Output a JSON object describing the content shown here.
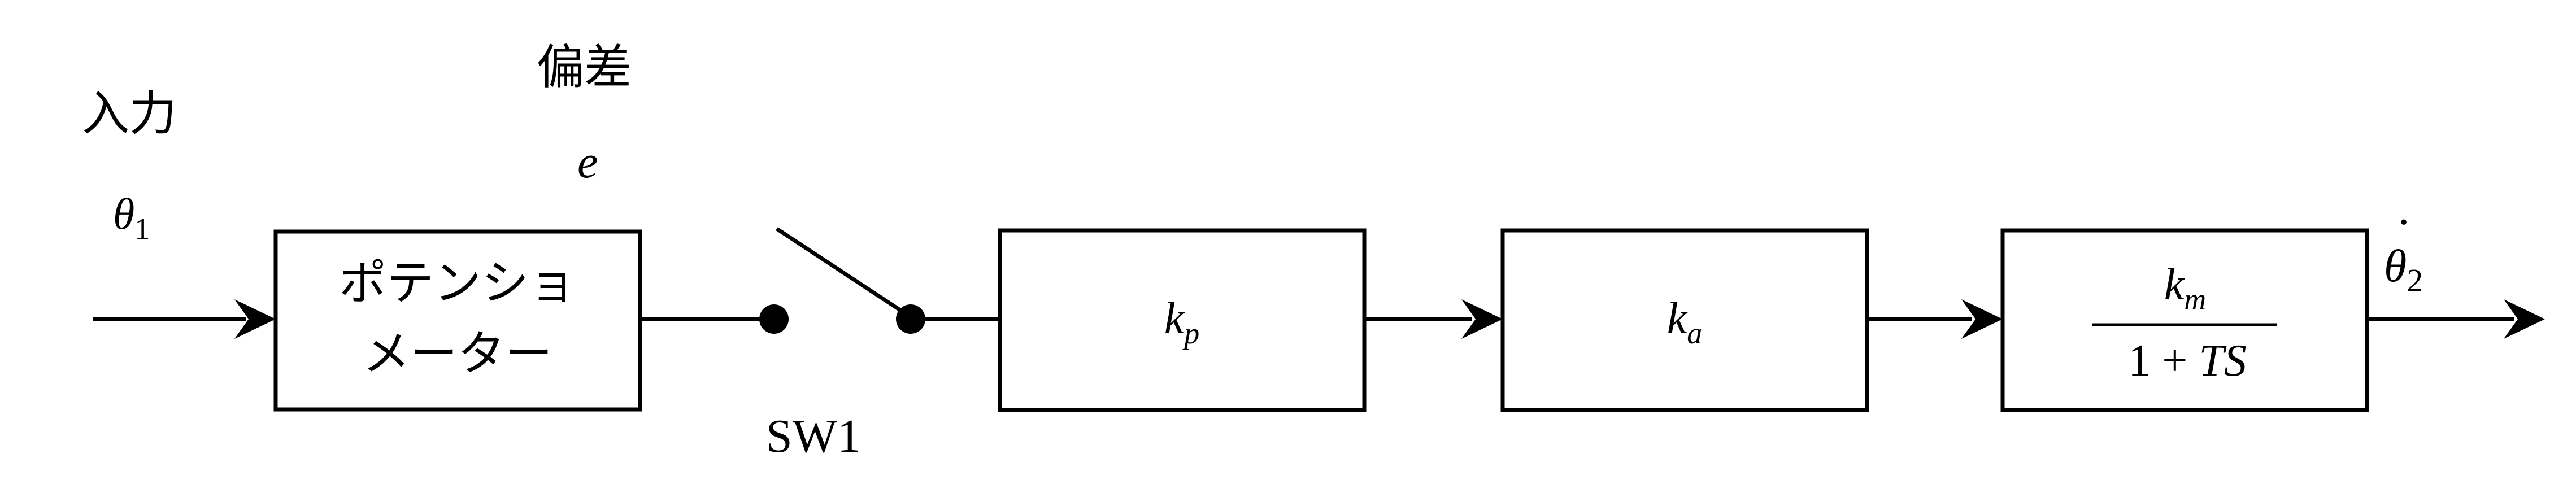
{
  "input": {
    "title": "入力",
    "symbol": "θ",
    "subscript": "1"
  },
  "error": {
    "title": "偏差",
    "symbol": "e"
  },
  "blocks": {
    "potentiometer": {
      "line1": "ポテンショ",
      "line2": "メーター"
    },
    "kp": {
      "symbol": "k",
      "subscript": "p"
    },
    "ka": {
      "symbol": "k",
      "subscript": "a"
    },
    "motor": {
      "num_symbol": "k",
      "num_subscript": "m",
      "den_lead": "1 + ",
      "den_var": "TS"
    }
  },
  "switch": {
    "label": "SW1"
  },
  "output": {
    "dot": "˙",
    "symbol": "θ",
    "subscript": "2"
  }
}
